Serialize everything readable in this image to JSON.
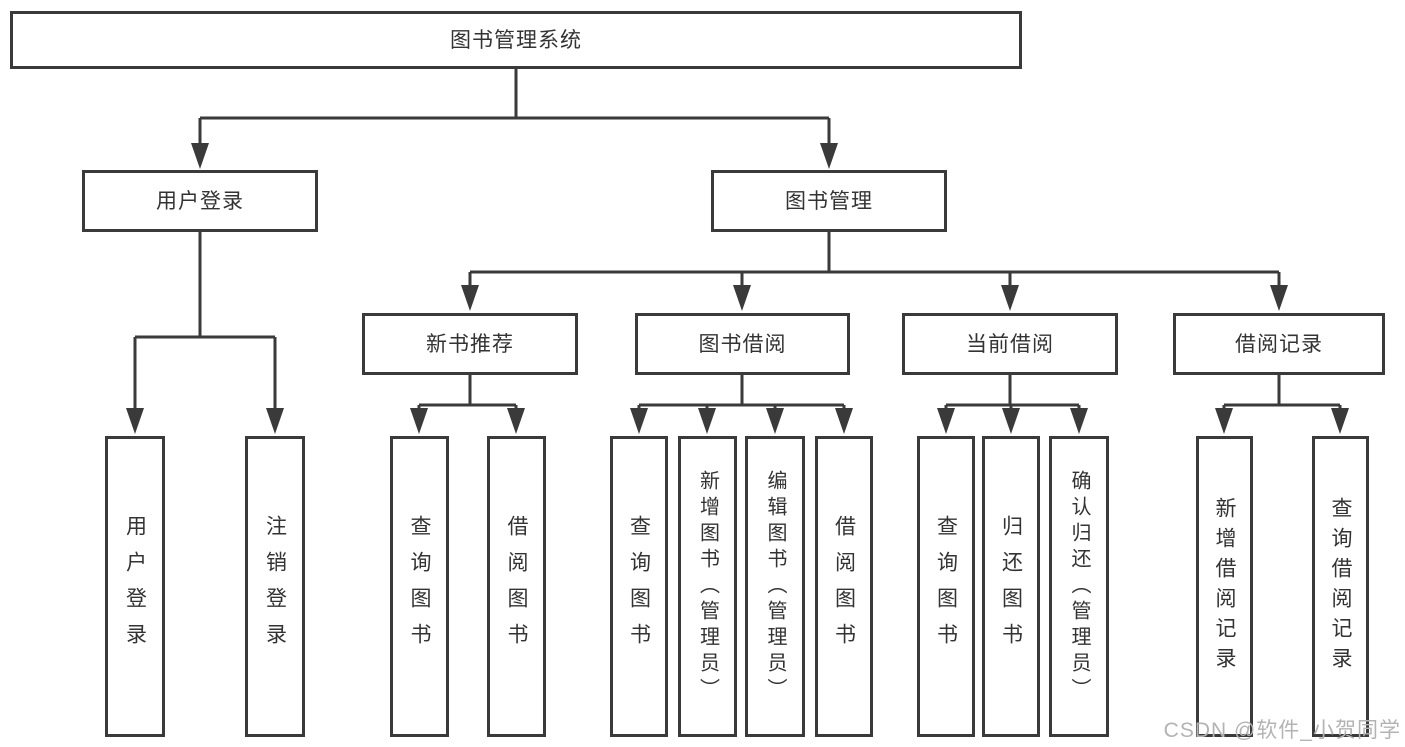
{
  "colors": {
    "line": "#3a3a3a",
    "box_bg": "#ffffff",
    "text": "#333333",
    "watermark": "#b3b3b3"
  },
  "tree": {
    "root": {
      "label": "图书管理系统"
    },
    "branches": [
      {
        "label": "用户登录",
        "children": [
          {
            "label": "用户登录"
          },
          {
            "label": "注销登录"
          }
        ]
      },
      {
        "label": "图书管理",
        "children": [
          {
            "label": "新书推荐",
            "children": [
              {
                "label": "查询图书"
              },
              {
                "label": "借阅图书"
              }
            ]
          },
          {
            "label": "图书借阅",
            "children": [
              {
                "label": "查询图书"
              },
              {
                "label": "新增图书（管理员）"
              },
              {
                "label": "编辑图书（管理员）"
              },
              {
                "label": "借阅图书"
              }
            ]
          },
          {
            "label": "当前借阅",
            "children": [
              {
                "label": "查询图书"
              },
              {
                "label": "归还图书"
              },
              {
                "label": "确认归还（管理员）"
              }
            ]
          },
          {
            "label": "借阅记录",
            "children": [
              {
                "label": "新增借阅记录"
              },
              {
                "label": "查询借阅记录"
              }
            ]
          }
        ]
      }
    ]
  },
  "watermark": "CSDN @软件_小贺同学"
}
